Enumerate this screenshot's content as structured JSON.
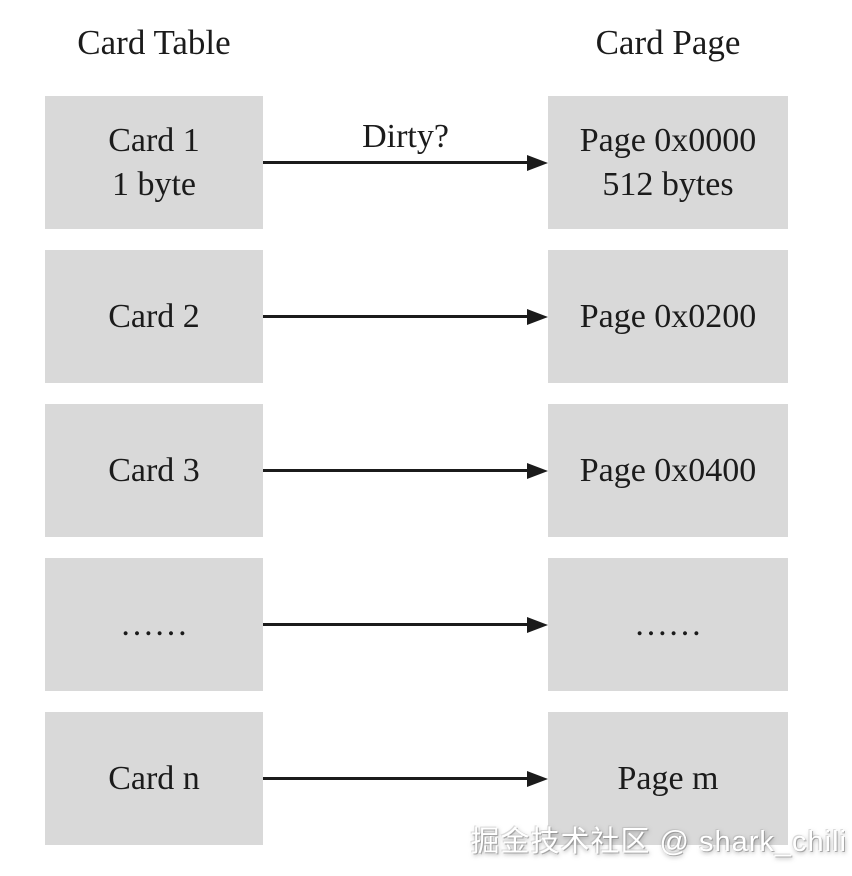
{
  "diagram": {
    "left_header": "Card Table",
    "right_header": "Card Page",
    "rows": [
      {
        "card_line1": "Card 1",
        "card_line2": "1 byte",
        "arrow_label": "Dirty?",
        "page_line1": "Page 0x0000",
        "page_line2": "512 bytes"
      },
      {
        "card_line1": "Card 2",
        "page_line1": "Page 0x0200"
      },
      {
        "card_line1": "Card 3",
        "page_line1": "Page 0x0400"
      },
      {
        "card_line1": "……",
        "page_line1": "……"
      },
      {
        "card_line1": "Card n",
        "page_line1": "Page m"
      }
    ]
  },
  "watermark": "掘金技术社区 @ shark_chili",
  "colors": {
    "box_bg": "#d9d9d9",
    "text": "#1b1b1b",
    "arrow": "#1b1b1b",
    "background": "#ffffff",
    "watermark_text": "#ffffff"
  }
}
